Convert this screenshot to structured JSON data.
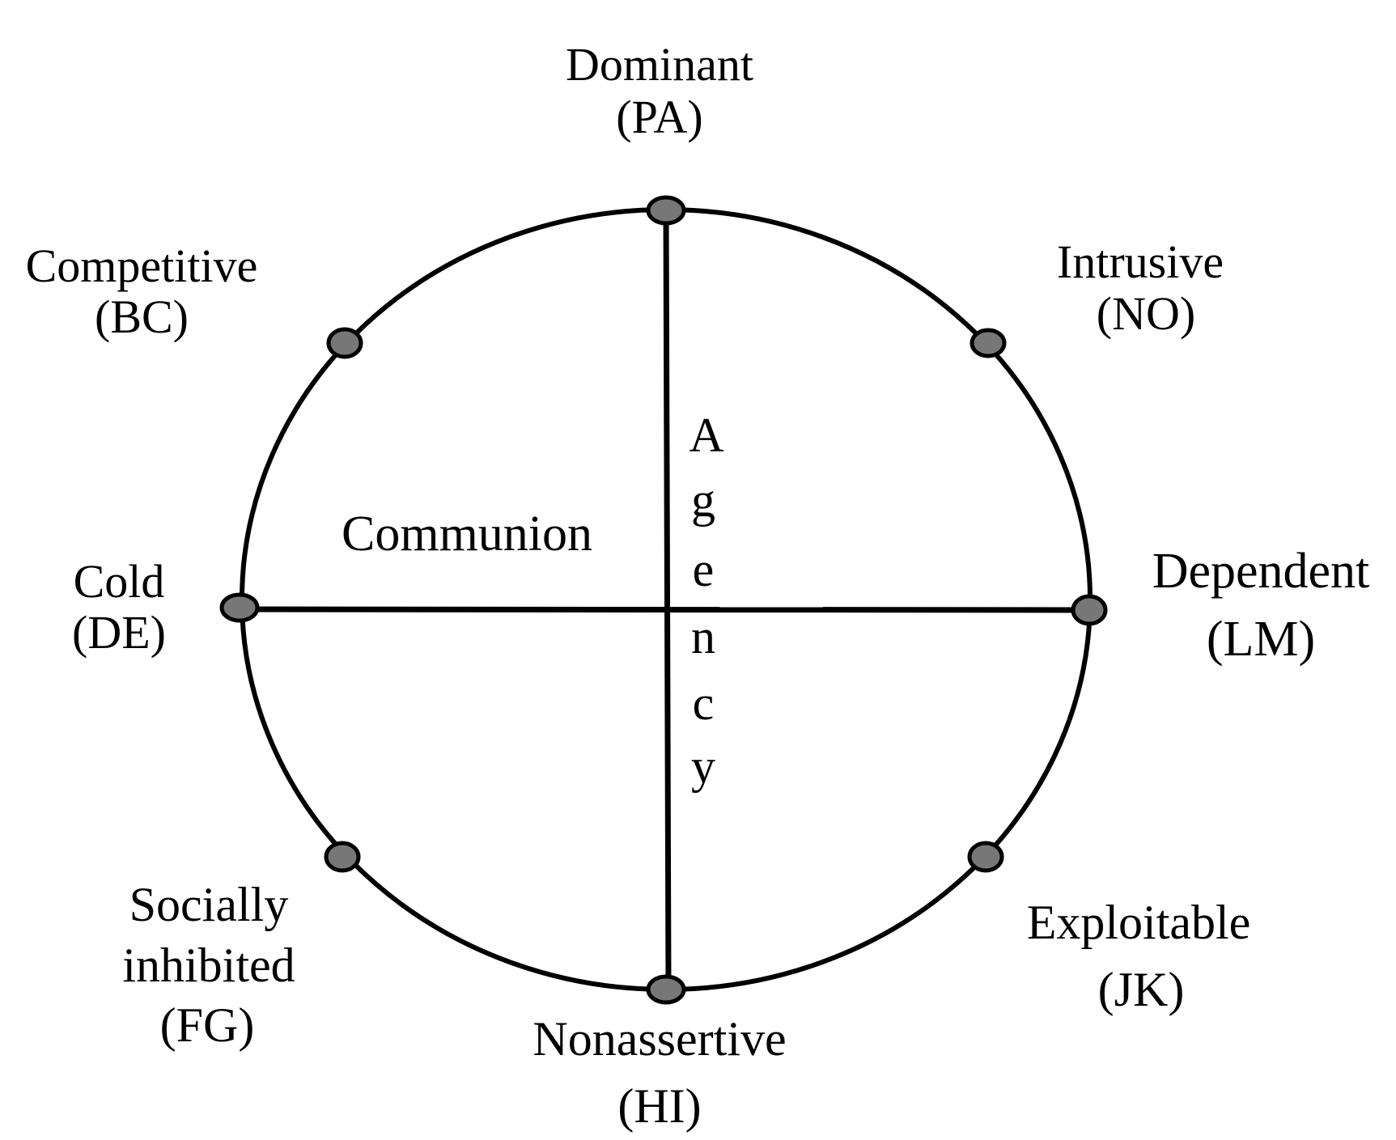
{
  "center_label": "Communion",
  "axis_label": "Agency",
  "agency_letters": [
    "A",
    "g",
    "e",
    "n",
    "c",
    "y"
  ],
  "octants": {
    "pa": {
      "name": "Dominant",
      "code": "(PA)"
    },
    "no": {
      "name": "Intrusive",
      "code": "(NO)"
    },
    "lm": {
      "name": "Dependent",
      "code": "(LM)"
    },
    "jk": {
      "name": "Exploitable",
      "code": "(JK)"
    },
    "hi": {
      "name": "Nonassertive",
      "code": "(HI)"
    },
    "fg": {
      "name1": "Socially",
      "name2": "inhibited",
      "code": "(FG)"
    },
    "de": {
      "name": "Cold",
      "code": "(DE)"
    },
    "bc": {
      "name": "Competitive",
      "code": "(BC)"
    }
  },
  "colors": {
    "line": "#000000",
    "dot_fill": "#777777"
  }
}
